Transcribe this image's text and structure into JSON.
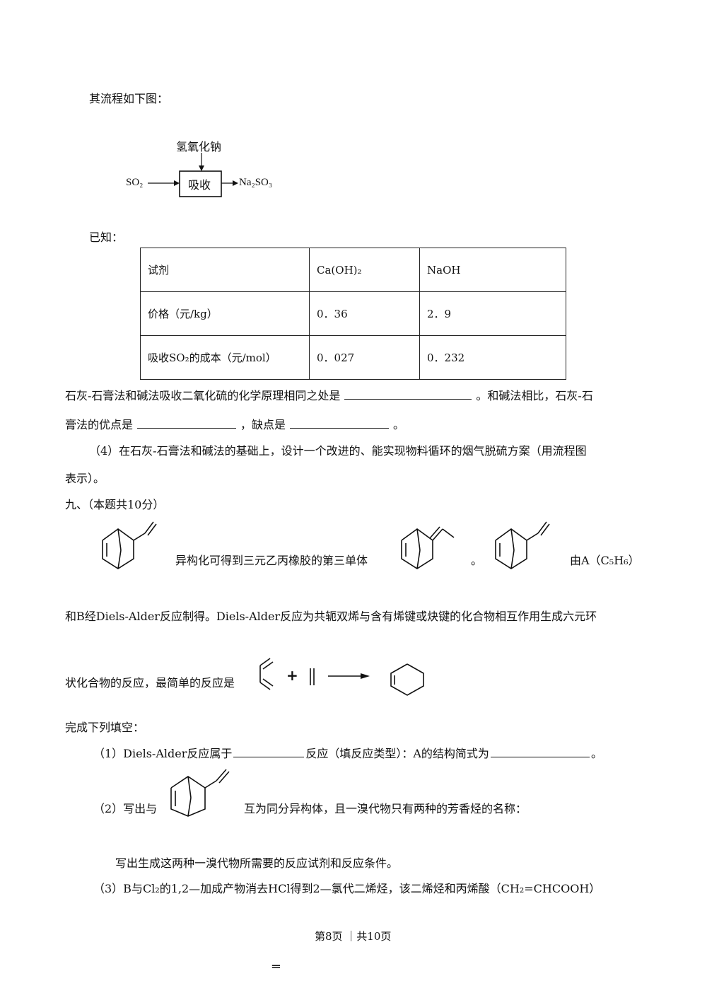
{
  "intro": {
    "flow_label": "其流程如下图：",
    "known_label": "已知："
  },
  "flowchart": {
    "reagent": "氢氧化钠",
    "box_label": "吸收",
    "input": "SO₂",
    "output": "Na₂SO₃"
  },
  "table": {
    "headers": [
      "试剂",
      "Ca(OH)₂",
      "NaOH"
    ],
    "rows": [
      [
        "价格（元/kg）",
        "0．36",
        "2．9"
      ],
      [
        "吸收SO₂的成本（元/mol）",
        "0．027",
        "0．232"
      ]
    ]
  },
  "q8": {
    "line1_a": "石灰-石膏法和碱法吸收二氧化硫的化学原理相同之处是",
    "line1_b": "。和碱法相比，石灰-石",
    "line2_a": "膏法的优点是",
    "line2_b": "，缺点是",
    "line2_c": "。",
    "part4_line1": "（4）在石灰-石膏法和碱法的基础上，设计一个改进的、能实现物料循环的烟气脱硫方案（用流程图",
    "part4_line2": "表示）。"
  },
  "q9": {
    "heading": "九、（本题共10分）",
    "line1_mid": "异构化可得到三元乙丙橡胶的第三单体",
    "line1_dot": "。",
    "line1_end": "由A（C₅H₆）",
    "line2": "和B经Diels-Alder反应制得。Diels-Alder反应为共轭双烯与含有烯键或炔键的化合物相互作用生成六元环",
    "line3": "状化合物的反应，最简单的反应是",
    "plus": "+",
    "fill_label": "完成下列填空：",
    "p1_a": "（1）Diels-Alder反应属于",
    "p1_b": "反应（填反应类型）：A的结构简式为",
    "p1_c": "。",
    "p2_a": "（2）写出与",
    "p2_b": "互为同分异构体，且一溴代物只有两种的芳香烃的名称：",
    "p2_line2": "写出生成这两种一溴代物所需要的反应试剂和反应条件。",
    "p3": "（3）B与Cl₂的1,2—加成产物消去HCl得到2—氯代二烯烃，该二烯烃和丙烯酸（CH₂=CHCOOH）"
  },
  "footer": {
    "page": "第8页 ｜共10页",
    "mark": "═"
  }
}
